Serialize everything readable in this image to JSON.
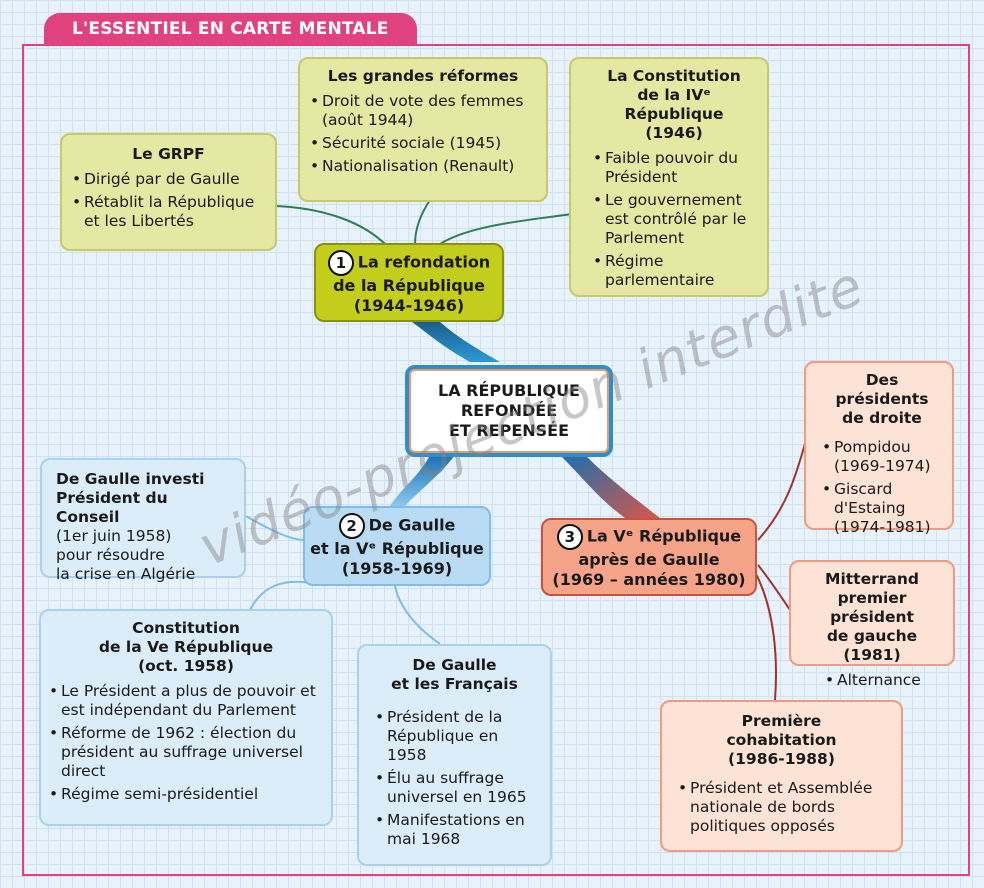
{
  "header": "L'ESSENTIEL EN CARTE MENTALE",
  "center": {
    "line1": "LA RÉPUBLIQUE",
    "line2": "REFONDÉE",
    "line3": "ET REPENSÉE"
  },
  "hub1": {
    "num": "1",
    "line1": "La refondation",
    "line2": "de la République",
    "line3": "(1944-1946)"
  },
  "hub2": {
    "num": "2",
    "line1": "De Gaulle",
    "line2": "et la Vᵉ République",
    "line3": "(1958-1969)"
  },
  "hub3": {
    "num": "3",
    "line1": "La Vᵉ République",
    "line2": "après de Gaulle",
    "line3": "(1969 – années 1980)"
  },
  "grpf": {
    "title": "Le GRPF",
    "items": [
      "Dirigé par de Gaulle",
      "Rétablit la République et les Libertés"
    ]
  },
  "reformes": {
    "title": "Les grandes réformes",
    "items": [
      "Droit de vote des femmes (août 1944)",
      "Sécurité sociale (1945)",
      "Nationalisation (Renault)"
    ]
  },
  "constitution4": {
    "title1": "La Constitution",
    "title2": "de la IVᵉ République",
    "title3": "(1946)",
    "items": [
      "Faible pouvoir du Président",
      "Le gouvernement est contrôlé par le Parlement",
      "Régime parlementaire"
    ]
  },
  "investi": {
    "title1": "De Gaulle investi",
    "title2": "Président du Conseil",
    "text1": "(1er juin 1958)",
    "text2": "pour résoudre",
    "text3": "la crise en Algérie"
  },
  "constitution5": {
    "title1": "Constitution",
    "title2": "de la Ve République",
    "title3": "(oct. 1958)",
    "items": [
      "Le Président a plus de pouvoir et est indépendant du Parlement",
      "Réforme de 1962 : élection du président au suffrage universel direct",
      "Régime semi-présidentiel"
    ]
  },
  "francais": {
    "title1": "De Gaulle",
    "title2": "et les Français",
    "items": [
      "Président de la République en 1958",
      "Élu au suffrage universel en 1965",
      "Manifestations en mai 1968"
    ]
  },
  "droite": {
    "title1": "Des présidents",
    "title2": "de droite",
    "items": [
      "Pompidou (1969-1974)",
      "Giscard d'Estaing (1974-1981)"
    ]
  },
  "mitterrand": {
    "title1": "Mitterrand",
    "title2": "premier président",
    "title3": "de gauche (1981)",
    "items": [
      "Alternance"
    ]
  },
  "cohabitation": {
    "title1": "Première",
    "title2": "cohabitation",
    "title3": "(1986-1988)",
    "items": [
      "Président et Assemblée nationale de bords politiques opposés"
    ]
  },
  "watermark": "vidéo-projection interdite",
  "colors": {
    "pink": "#e0427f",
    "hub1": "#c3cd1c",
    "hub2": "#b9dcf4",
    "hub3": "#f5a48a",
    "green_link": "#2f7e56",
    "blue_link": "#7fbde6",
    "red_link": "#a0322b"
  }
}
